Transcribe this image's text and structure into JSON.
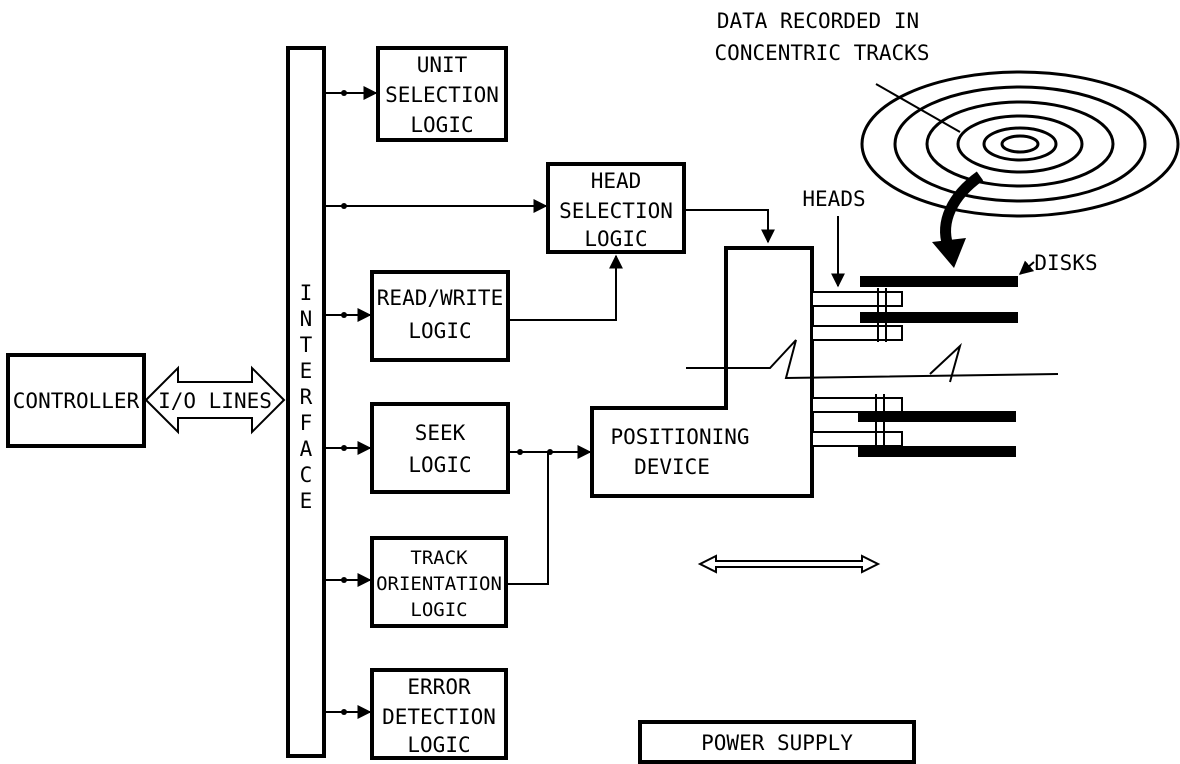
{
  "diagram": {
    "controller": "CONTROLLER",
    "io_lines": "I/O LINES",
    "interface_letters": [
      "I",
      "N",
      "T",
      "E",
      "R",
      "F",
      "A",
      "C",
      "E"
    ],
    "unit_selection": [
      "UNIT",
      "SELECTION",
      "LOGIC"
    ],
    "head_selection": [
      "HEAD",
      "SELECTION",
      "LOGIC"
    ],
    "read_write": [
      "READ/WRITE",
      "LOGIC"
    ],
    "seek": [
      "SEEK",
      "LOGIC"
    ],
    "track_orientation": [
      "TRACK",
      "ORIENTATION",
      "LOGIC"
    ],
    "error_detection": [
      "ERROR",
      "DETECTION",
      "LOGIC"
    ],
    "positioning": [
      "POSITIONING",
      "DEVICE"
    ],
    "power_supply": "POWER SUPPLY",
    "data_recorded": [
      "DATA RECORDED IN",
      "CONCENTRIC TRACKS"
    ],
    "heads": "HEADS",
    "disks": "DISKS"
  }
}
